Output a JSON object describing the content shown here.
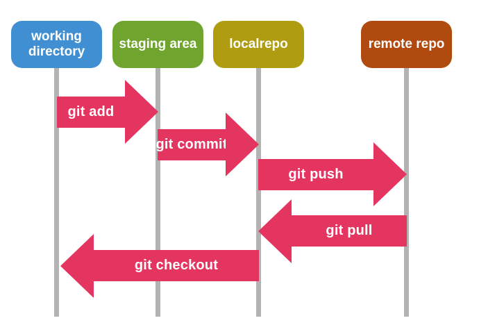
{
  "diagram": {
    "boxes": [
      {
        "id": "working-directory",
        "label": "working directory",
        "color": "#3f8fd2"
      },
      {
        "id": "staging-area",
        "label": "staging area",
        "color": "#6fa42e"
      },
      {
        "id": "localrepo",
        "label": "localrepo",
        "color": "#b09c10"
      },
      {
        "id": "remote-repo",
        "label": "remote repo",
        "color": "#b04a0e"
      }
    ],
    "arrows": [
      {
        "id": "git-add",
        "label": "git add",
        "from": "working directory",
        "to": "staging area",
        "direction": "right"
      },
      {
        "id": "git-commit",
        "label": "git commit",
        "from": "staging area",
        "to": "localrepo",
        "direction": "right"
      },
      {
        "id": "git-push",
        "label": "git push",
        "from": "localrepo",
        "to": "remote repo",
        "direction": "right"
      },
      {
        "id": "git-pull",
        "label": "git pull",
        "from": "remote repo",
        "to": "localrepo",
        "direction": "left"
      },
      {
        "id": "git-checkout",
        "label": "git checkout",
        "from": "localrepo",
        "to": "working directory",
        "direction": "left"
      }
    ],
    "colors": {
      "arrow": "#e43560",
      "lifeline": "#b3b3b3",
      "label-text": "#ffffff",
      "background": "#ffffff"
    }
  }
}
